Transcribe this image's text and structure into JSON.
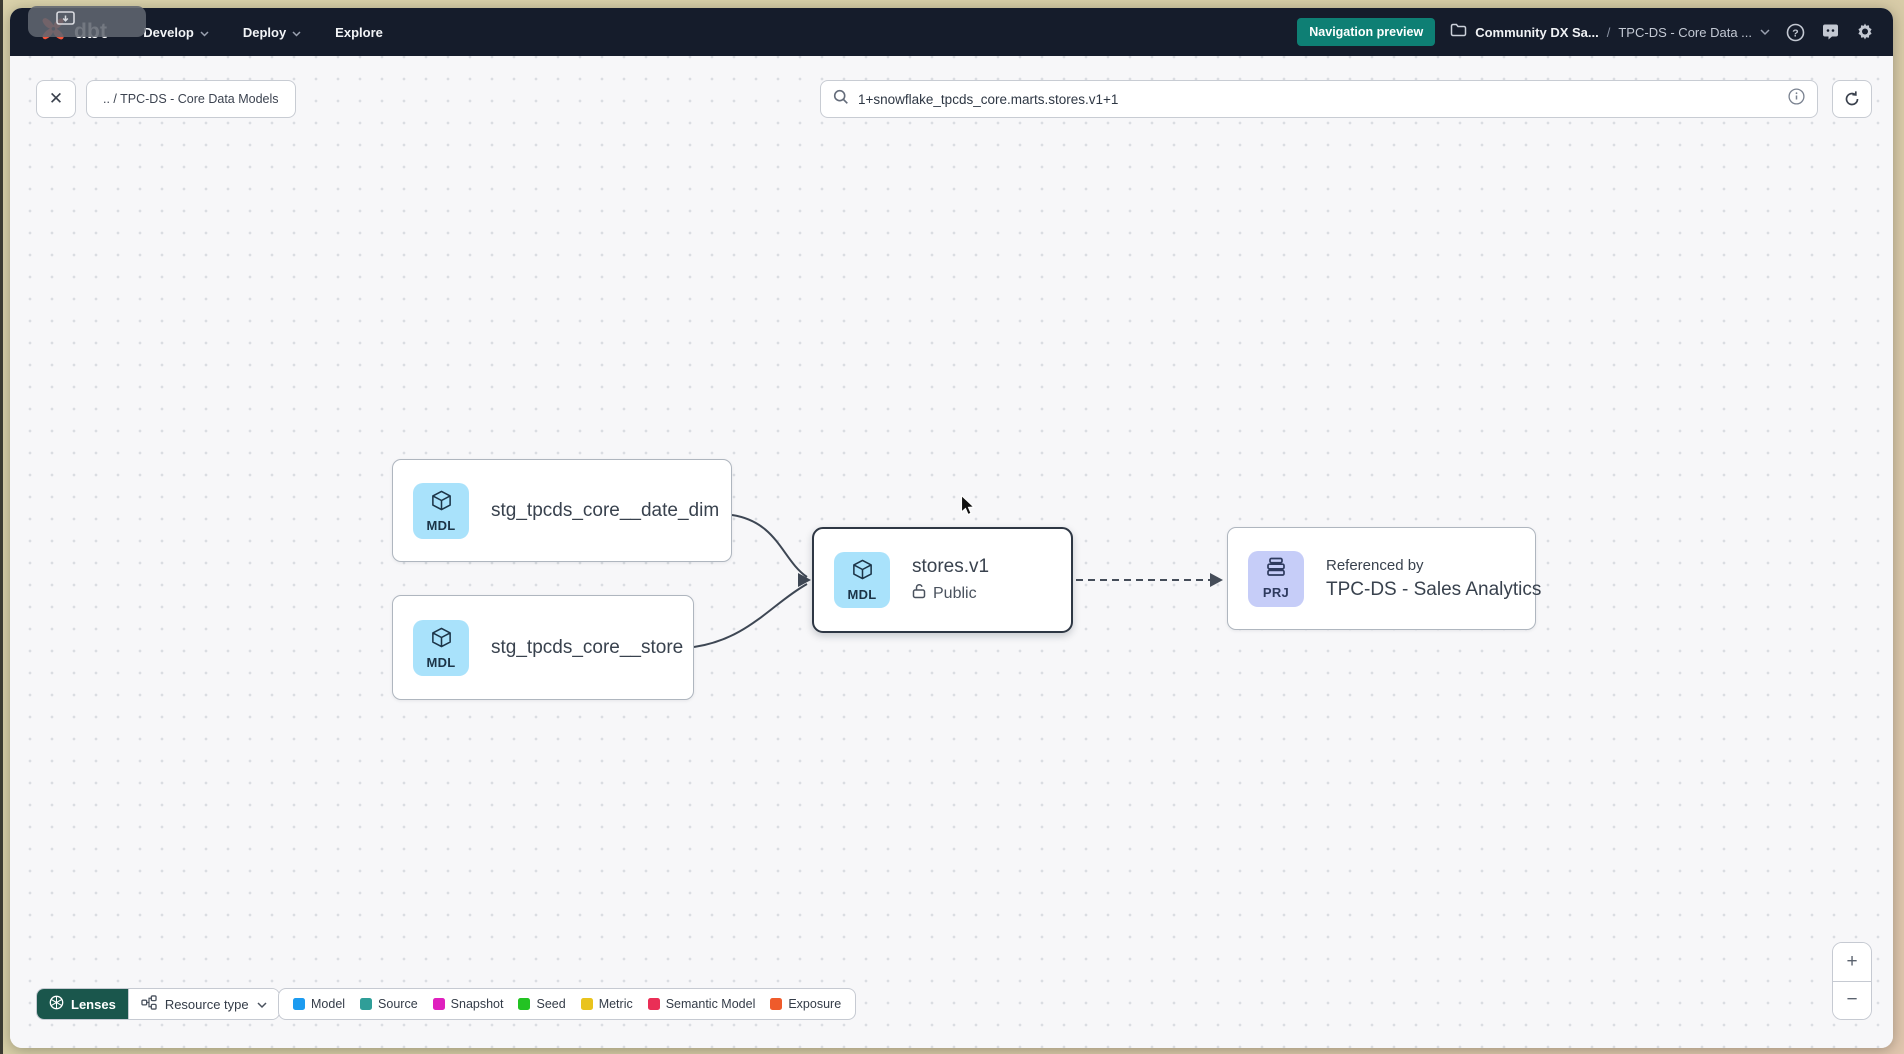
{
  "navbar": {
    "logo": "dbt",
    "nav_items": [
      {
        "label": "Develop"
      },
      {
        "label": "Deploy"
      },
      {
        "label": "Explore"
      }
    ],
    "preview_button_label": "Navigation preview",
    "account_label": "Community DX Sa...",
    "breadcrumb_separator": "/",
    "project_label": "TPC-DS - Core Data ..."
  },
  "toolbar": {
    "close_label": "✕",
    "breadcrumb_chip": ".. / TPC-DS - Core Data Models",
    "search_value": "1+snowflake_tpcds_core.marts.stores.v1+1"
  },
  "graph": {
    "nodes": {
      "date_dim": {
        "badge": "MDL",
        "label": "stg_tpcds_core__date_dim"
      },
      "store": {
        "badge": "MDL",
        "label": "stg_tpcds_core__store"
      },
      "stores_v1": {
        "badge": "MDL",
        "label": "stores.v1",
        "access": "Public"
      },
      "sales_analytics": {
        "badge": "PRJ",
        "title": "Referenced by",
        "label": "TPC-DS - Sales Analytics"
      }
    }
  },
  "footer": {
    "lenses_label": "Lenses",
    "resource_type_label": "Resource type",
    "legend": [
      {
        "label": "Model",
        "color": "#1C9BF0"
      },
      {
        "label": "Source",
        "color": "#2F9E98"
      },
      {
        "label": "Snapshot",
        "color": "#DF20BE"
      },
      {
        "label": "Seed",
        "color": "#23C323"
      },
      {
        "label": "Metric",
        "color": "#E9C31D"
      },
      {
        "label": "Semantic Model",
        "color": "#EA2E56"
      },
      {
        "label": "Exposure",
        "color": "#EF5B2B"
      }
    ],
    "zoom_in_label": "+",
    "zoom_out_label": "−"
  }
}
